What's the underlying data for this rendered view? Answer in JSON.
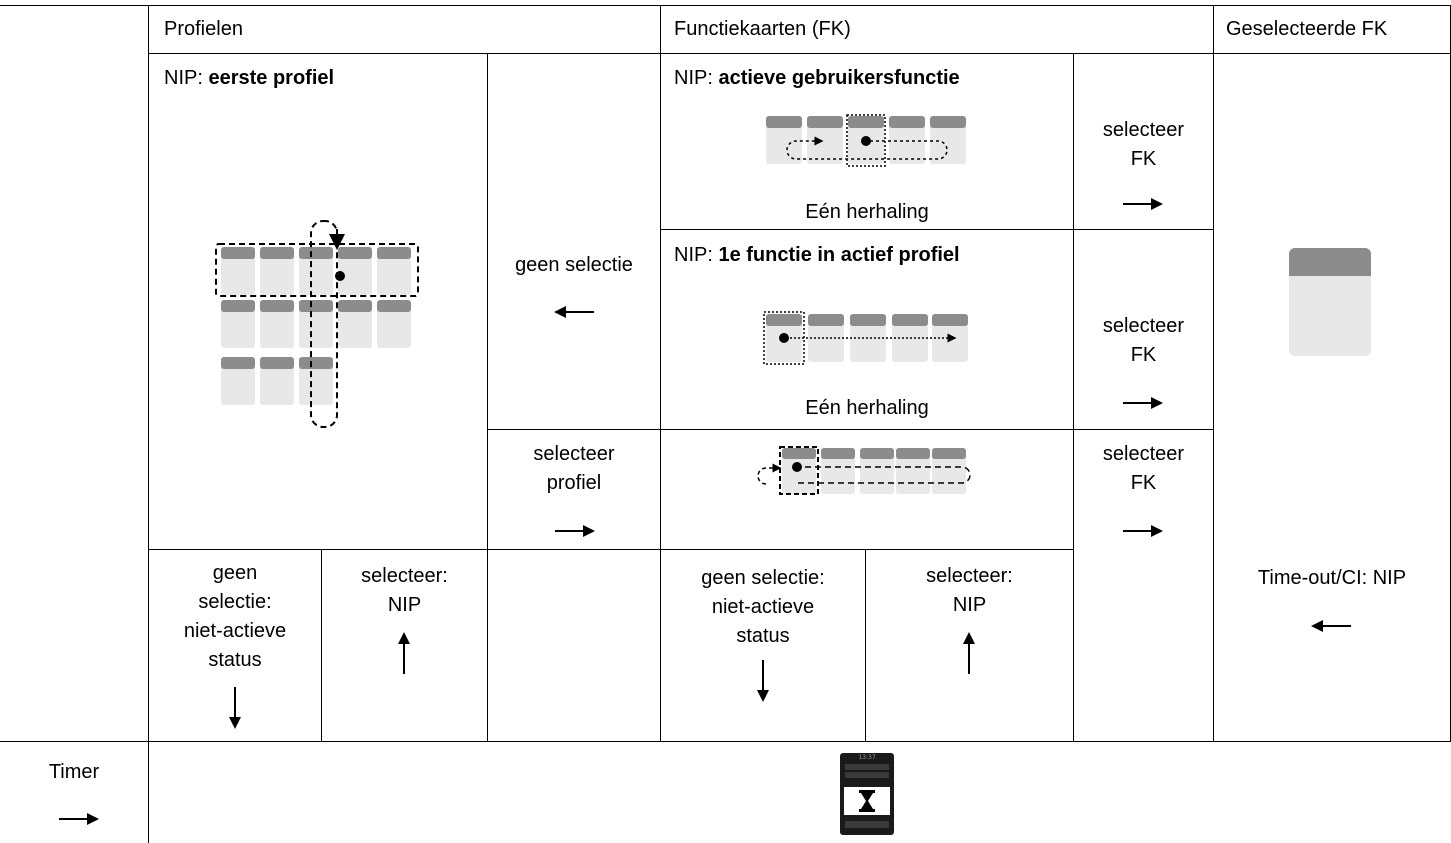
{
  "header": {
    "profiles": "Profielen",
    "function_cards": "Functiekaarten (FK)",
    "selected_fk": "Geselecteerde FK"
  },
  "profiles": {
    "nip_prefix": "NIP: ",
    "nip_value": "eerste profiel",
    "no_selection_lines": [
      "geen",
      "selectie:",
      "niet-actieve",
      "status"
    ],
    "select_lines": [
      "selecteer:",
      "NIP"
    ]
  },
  "middle": {
    "no_selection": "geen selectie",
    "select_profile_lines": [
      "selecteer",
      "profiel"
    ]
  },
  "function_cards": {
    "row1": {
      "nip_prefix": "NIP: ",
      "nip_value": "actieve gebruikersfunctie",
      "caption": "Eén herhaling"
    },
    "row2": {
      "nip_prefix": "NIP: ",
      "nip_value": "1e functie in actief profiel",
      "caption": "Eén herhaling"
    },
    "no_selection_lines": [
      "geen selectie:",
      "niet-actieve",
      "status"
    ],
    "select_lines": [
      "selecteer:",
      "NIP"
    ]
  },
  "select_fk_lines": [
    "selecteer",
    "FK"
  ],
  "selected": {
    "timeout": "Time-out/CI: NIP"
  },
  "timer": {
    "label": "Timer",
    "device_time": "13:37"
  },
  "colors": {
    "tab": "#8c8c8c",
    "card": "#e8e8e8",
    "line": "#000000"
  }
}
